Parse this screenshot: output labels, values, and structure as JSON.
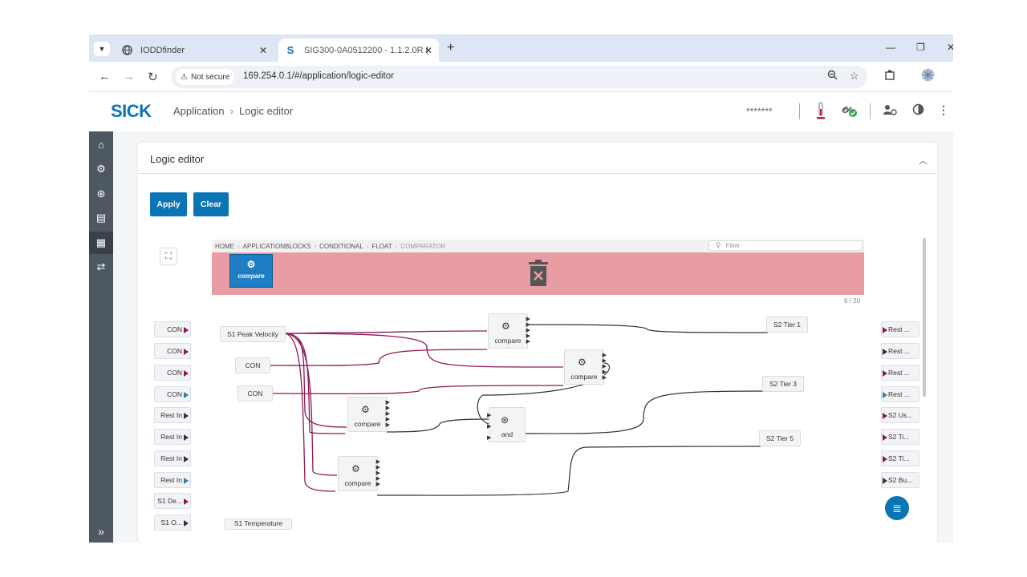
{
  "browser": {
    "tabs": [
      {
        "title": "IODDfinder"
      },
      {
        "title": "SIG300-0A0512200 - 1.1.2.0R (",
        "active": true
      }
    ],
    "new_tab": "+",
    "security_label": "Not secure",
    "url": "169.254.0.1/#/application/logic-editor"
  },
  "header": {
    "logo": "SICK",
    "breadcrumb": [
      "Application",
      "Logic editor"
    ],
    "user_mask": "*******"
  },
  "sidebar": {
    "items": [
      {
        "icon": "home-icon"
      },
      {
        "icon": "gear-icon"
      },
      {
        "icon": "network-icon"
      },
      {
        "icon": "document-icon"
      },
      {
        "icon": "blocks-icon",
        "active": true
      },
      {
        "icon": "transfer-icon"
      }
    ],
    "expand": "»"
  },
  "card": {
    "title": "Logic editor",
    "apply_label": "Apply",
    "clear_label": "Clear"
  },
  "palette": {
    "breadcrumb": [
      "HOME",
      "APPLICATIONBLOCKS",
      "CONDITIONAL",
      "FLOAT",
      "COMPARATOR"
    ],
    "filter_placeholder": "Filter",
    "drag_block_label": "compare",
    "page_count": "6 / 20"
  },
  "inputs_left": [
    "CON",
    "CON",
    "CON",
    "CON",
    "Rest In",
    "Rest In",
    "Rest In",
    "Rest In",
    "S1 De...",
    "S1 O..."
  ],
  "outputs_right": [
    "Rest ...",
    "Rest ...",
    "Rest ...",
    "Rest ...",
    "S2 Us...",
    "S2 Ti...",
    "S2 Ti...",
    "S2 Bu..."
  ],
  "nodes": {
    "peak_velocity": "S1 Peak Velocity",
    "con_a": "CON",
    "con_b": "CON",
    "temperature": "S1 Temperature",
    "compare": "compare",
    "and": "and",
    "tier1": "S2 Tier 1",
    "tier3": "S2 Tier 3",
    "tier5": "S2 Tier 5"
  },
  "colors": {
    "brand": "#0a74b5",
    "wire_purple": "#8b1a5a",
    "wire_dark": "#333333",
    "trash_zone": "#e99ca4"
  }
}
